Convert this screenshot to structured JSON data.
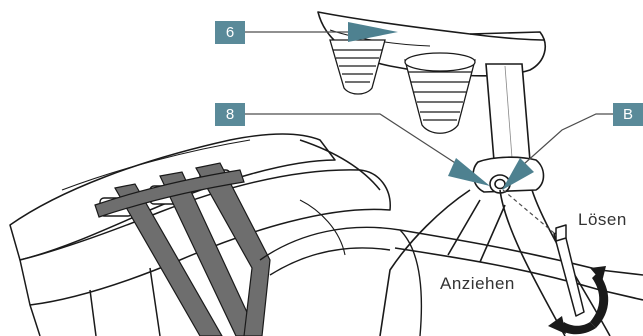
{
  "colors": {
    "callout_fill": "#5a8a99",
    "leader_line": "#4d4d4d",
    "arrow_fill": "#4e8190",
    "line_art": "#1a1a1a",
    "strap_fill": "#6e6e6e",
    "background": "#ffffff"
  },
  "callouts": [
    {
      "id": "6",
      "label": "6",
      "target": "saddle-underside"
    },
    {
      "id": "8",
      "label": "8",
      "target": "seatpost-clamp"
    },
    {
      "id": "B",
      "label": "B",
      "target": "clamp-bolt"
    }
  ],
  "labels": {
    "loosen": "Lösen",
    "tighten": "Anziehen"
  },
  "icons": {
    "rotation": "curved-double-arrow-icon",
    "tool": "allen-key-icon"
  }
}
